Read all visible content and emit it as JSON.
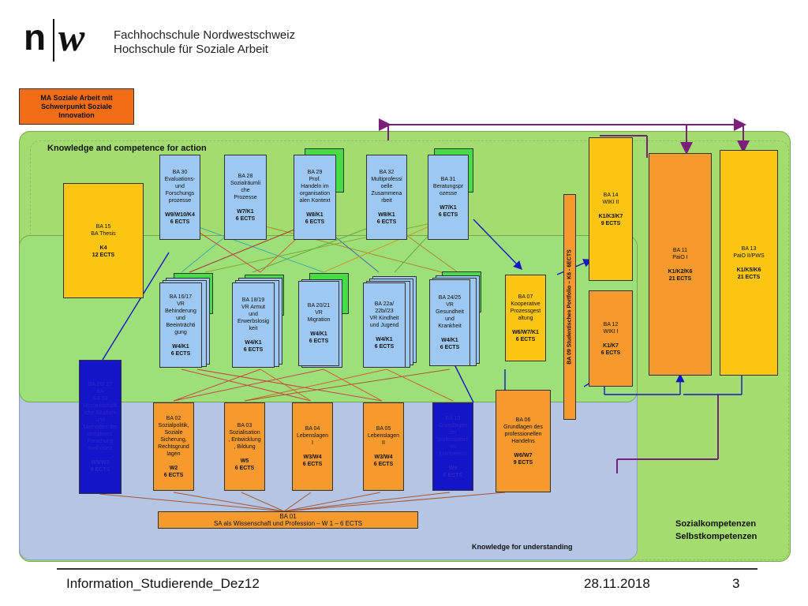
{
  "header": {
    "logo_n": "n",
    "logo_w": "w",
    "institution_line1": "Fachhochschule Nordwestschweiz",
    "institution_line2": "Hochschule für Soziale Arbeit"
  },
  "ma_box": {
    "text": "MA Soziale Arbeit mit Schwerpunkt Soziale Innovation"
  },
  "labels": {
    "knowledge_action": "Knowledge and competence for action",
    "knowledge_understanding": "Knowledge for understanding",
    "social_competences_1": "Sozialkompetenzen",
    "social_competences_2": "Selbstkompetenzen",
    "ba09_vertical": "BA 09 Studentisches Portfolio – K6 - 6ECTS"
  },
  "modules": {
    "ba15": {
      "lines": [
        "BA 15",
        "BA Thesis"
      ],
      "bold": [
        "K4",
        "12 ECTS"
      ]
    },
    "ba30": {
      "lines": [
        "BA 30",
        "Evaluations-",
        "und",
        "Forschungs",
        "prozesse"
      ],
      "bold": [
        "W9/W10/K4",
        "6 ECTS"
      ]
    },
    "ba28": {
      "lines": [
        "BA 28",
        "Sozialräumli",
        "che",
        "Prozesse"
      ],
      "bold": [
        "W7/K1",
        "6 ECTS"
      ]
    },
    "ba29": {
      "lines": [
        "BA 29",
        "Prof.",
        "Handeln im",
        "organisation",
        "alen Kontext"
      ],
      "bold": [
        "W8/K1",
        "6 ECTS"
      ]
    },
    "ba32": {
      "lines": [
        "BA 32",
        "Multiprofessi",
        "oelle",
        "Zusammena",
        "rbeit"
      ],
      "bold": [
        "W8/K1",
        "6 ECTS"
      ]
    },
    "ba31": {
      "lines": [
        "BA 31",
        "Beratungspr",
        "ozesse"
      ],
      "bold": [
        "W7/K1",
        "6 ECTS"
      ]
    },
    "ba14": {
      "lines": [
        "BA 14",
        "WIKI II"
      ],
      "bold": [
        "K1/K3/K7",
        "9 ECTS"
      ]
    },
    "ba11": {
      "lines": [
        "BA 11",
        "PaiO I"
      ],
      "bold": [
        "K1/K2/K6",
        "21 ECTS"
      ]
    },
    "ba13": {
      "lines": [
        "BA  13",
        "PaiO II/PWS"
      ],
      "bold": [
        "K1/K5/K6",
        "21 ECTS"
      ]
    },
    "ba1617": {
      "lines": [
        "BA 16/17",
        "VR",
        "Behinderung",
        "und",
        "Beeinträchti",
        "gung"
      ],
      "bold": [
        "W4/K1",
        "6 ECTS"
      ]
    },
    "ba1819": {
      "lines": [
        "BA 18/19",
        "VR Armut",
        "und",
        "Erwerbslosig",
        "keit"
      ],
      "bold": [
        "W4/K1",
        "6 ECTS"
      ]
    },
    "ba2021": {
      "lines": [
        "BA 20/21",
        "VR",
        "Migration"
      ],
      "bold": [
        "W4/K1",
        "6 ECTS"
      ]
    },
    "ba22": {
      "lines": [
        "BA 22a/",
        "22b//23",
        "VR Kindheit",
        "und Jugend"
      ],
      "bold": [
        "W4/K1",
        "6 ECTS"
      ]
    },
    "ba2425": {
      "lines": [
        "BA 24/25",
        "VR",
        "Gesundheit",
        "und",
        "Krankheit"
      ],
      "bold": [
        "W4/K1",
        "6 ECTS"
      ]
    },
    "ba07": {
      "lines": [
        "BA 07",
        "Kooperative",
        "Prozessgest",
        "altung"
      ],
      "bold": [
        "W6/W7/K1",
        "6 ECTS"
      ]
    },
    "ba12": {
      "lines": [
        "BA 12",
        "WIKI I"
      ],
      "bold": [
        "K1/K7",
        "6 ECTS"
      ]
    },
    "ba26": {
      "lines": [
        "BA 26/ 27",
        "",
        "BA",
        "",
        "BA 08",
        "Wissenschaftl",
        "iche Studium",
        "und",
        "Methoden der",
        "sozialwiss.",
        "Forschung",
        "methoden"
      ],
      "bold": [
        "W9/W3",
        "9 ECTS"
      ]
    },
    "ba10": {
      "lines": [
        "BA 10",
        "Grundlagen",
        "der",
        "professionell",
        "en",
        "Kompetenz"
      ],
      "bold": [
        "W9",
        "6 ECTS"
      ]
    },
    "ba02": {
      "lines": [
        "BA 02",
        "Sozialpolitik,",
        "Soziale",
        "Sicherung,",
        "Rechtsgrund",
        "lagen"
      ],
      "bold": [
        "W2",
        "6 ECTS"
      ]
    },
    "ba03": {
      "lines": [
        "BA 03",
        "Sozialisation",
        ", Entwicklung",
        ", Bildung"
      ],
      "bold": [
        "W5",
        "6 ECTS"
      ]
    },
    "ba04": {
      "lines": [
        "BA 04",
        "Lebenslagen",
        "I"
      ],
      "bold": [
        "W3/W4",
        "6 ECTS"
      ]
    },
    "ba05": {
      "lines": [
        "BA 05",
        "Lebenslagen",
        "II"
      ],
      "bold": [
        "W3/W4",
        "6 ECTS"
      ]
    },
    "ba06": {
      "lines": [
        "BA 06",
        "Grundlagen des",
        "professionellen",
        "Handelns"
      ],
      "bold": [
        "W6/W7",
        "9 ECTS"
      ]
    },
    "ba01": {
      "line1": "BA 01",
      "line2": "SA als Wissenschaft und Profession – W 1 – 6 ECTS"
    }
  },
  "footer": {
    "title": "Information_Studierende_Dez12",
    "date": "28.11.2018",
    "page": "3"
  },
  "colors": {
    "outer_green": "#a3dc6f",
    "mid_green": "#9de07a",
    "blue_area": "#b4c6e4",
    "module_blue": "#9cc8f2",
    "module_orange": "#f79a2e",
    "module_yellow": "#fbc511",
    "navy": "#1414c8",
    "purple": "#7a1f7a"
  }
}
